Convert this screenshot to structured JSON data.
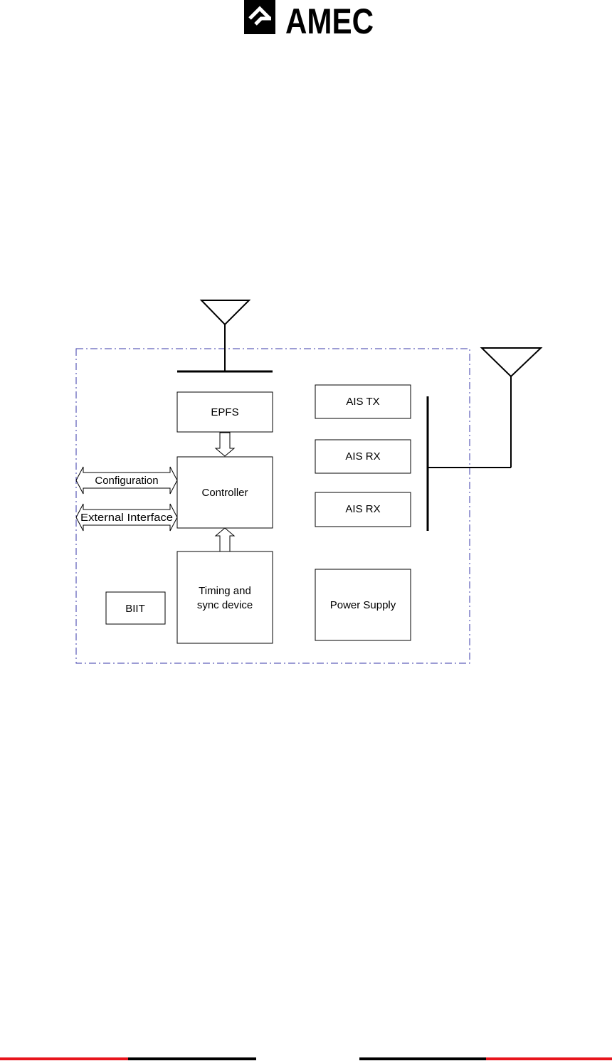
{
  "header": {
    "logo_text": "AMEC"
  },
  "diagram": {
    "blocks": {
      "epfs": "EPFS",
      "controller": "Controller",
      "timing_line1": "Timing and",
      "timing_line2": "sync device",
      "biit": "BIIT",
      "ais_tx": "AIS TX",
      "ais_rx_1": "AIS RX",
      "ais_rx_2": "AIS RX",
      "power_supply": "Power Supply"
    },
    "interfaces": {
      "configuration": "Configuration",
      "external_interface": "External Interface"
    }
  },
  "colors": {
    "boundary": "#3a3aa8",
    "line": "#000000",
    "footer_red": "#e8141c",
    "footer_black": "#000000"
  }
}
